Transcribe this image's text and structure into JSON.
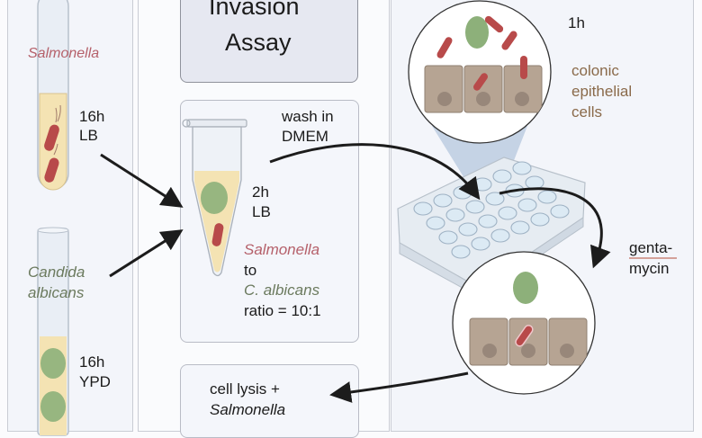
{
  "title": {
    "line1": "Invasion",
    "line2": "Assay"
  },
  "cultures": {
    "salmonella": {
      "name": "Salmonella",
      "time": "16h",
      "medium": "LB"
    },
    "candida": {
      "name_line1": "Candida",
      "name_line2": "albicans",
      "time": "16h",
      "medium": "YPD"
    }
  },
  "coculture": {
    "time": "2h",
    "medium": "LB",
    "ratio_line1": "Salmonella",
    "ratio_line2": "to",
    "ratio_line3": "C. albicans",
    "ratio_line4": "ratio = 10:1",
    "wash_line1": "wash in",
    "wash_line2": "DMEM"
  },
  "infection": {
    "time": "1h",
    "cells_line1": "colonic",
    "cells_line2": "epithelial",
    "cells_line3": "cells"
  },
  "antibiotic": {
    "line1": "genta-",
    "line2": "mycin"
  },
  "lysis": {
    "line1": "cell lysis +",
    "line2": "Salmonella"
  },
  "colors": {
    "salmonella": "#b5606a",
    "candida": "#6b7a5e",
    "epithelial_label": "#8a6a4a",
    "bacterium": "#b84a4a",
    "yeast": "#8db07a",
    "epithelial_cell": "#b6a493",
    "medium": "#f4e3b3"
  }
}
